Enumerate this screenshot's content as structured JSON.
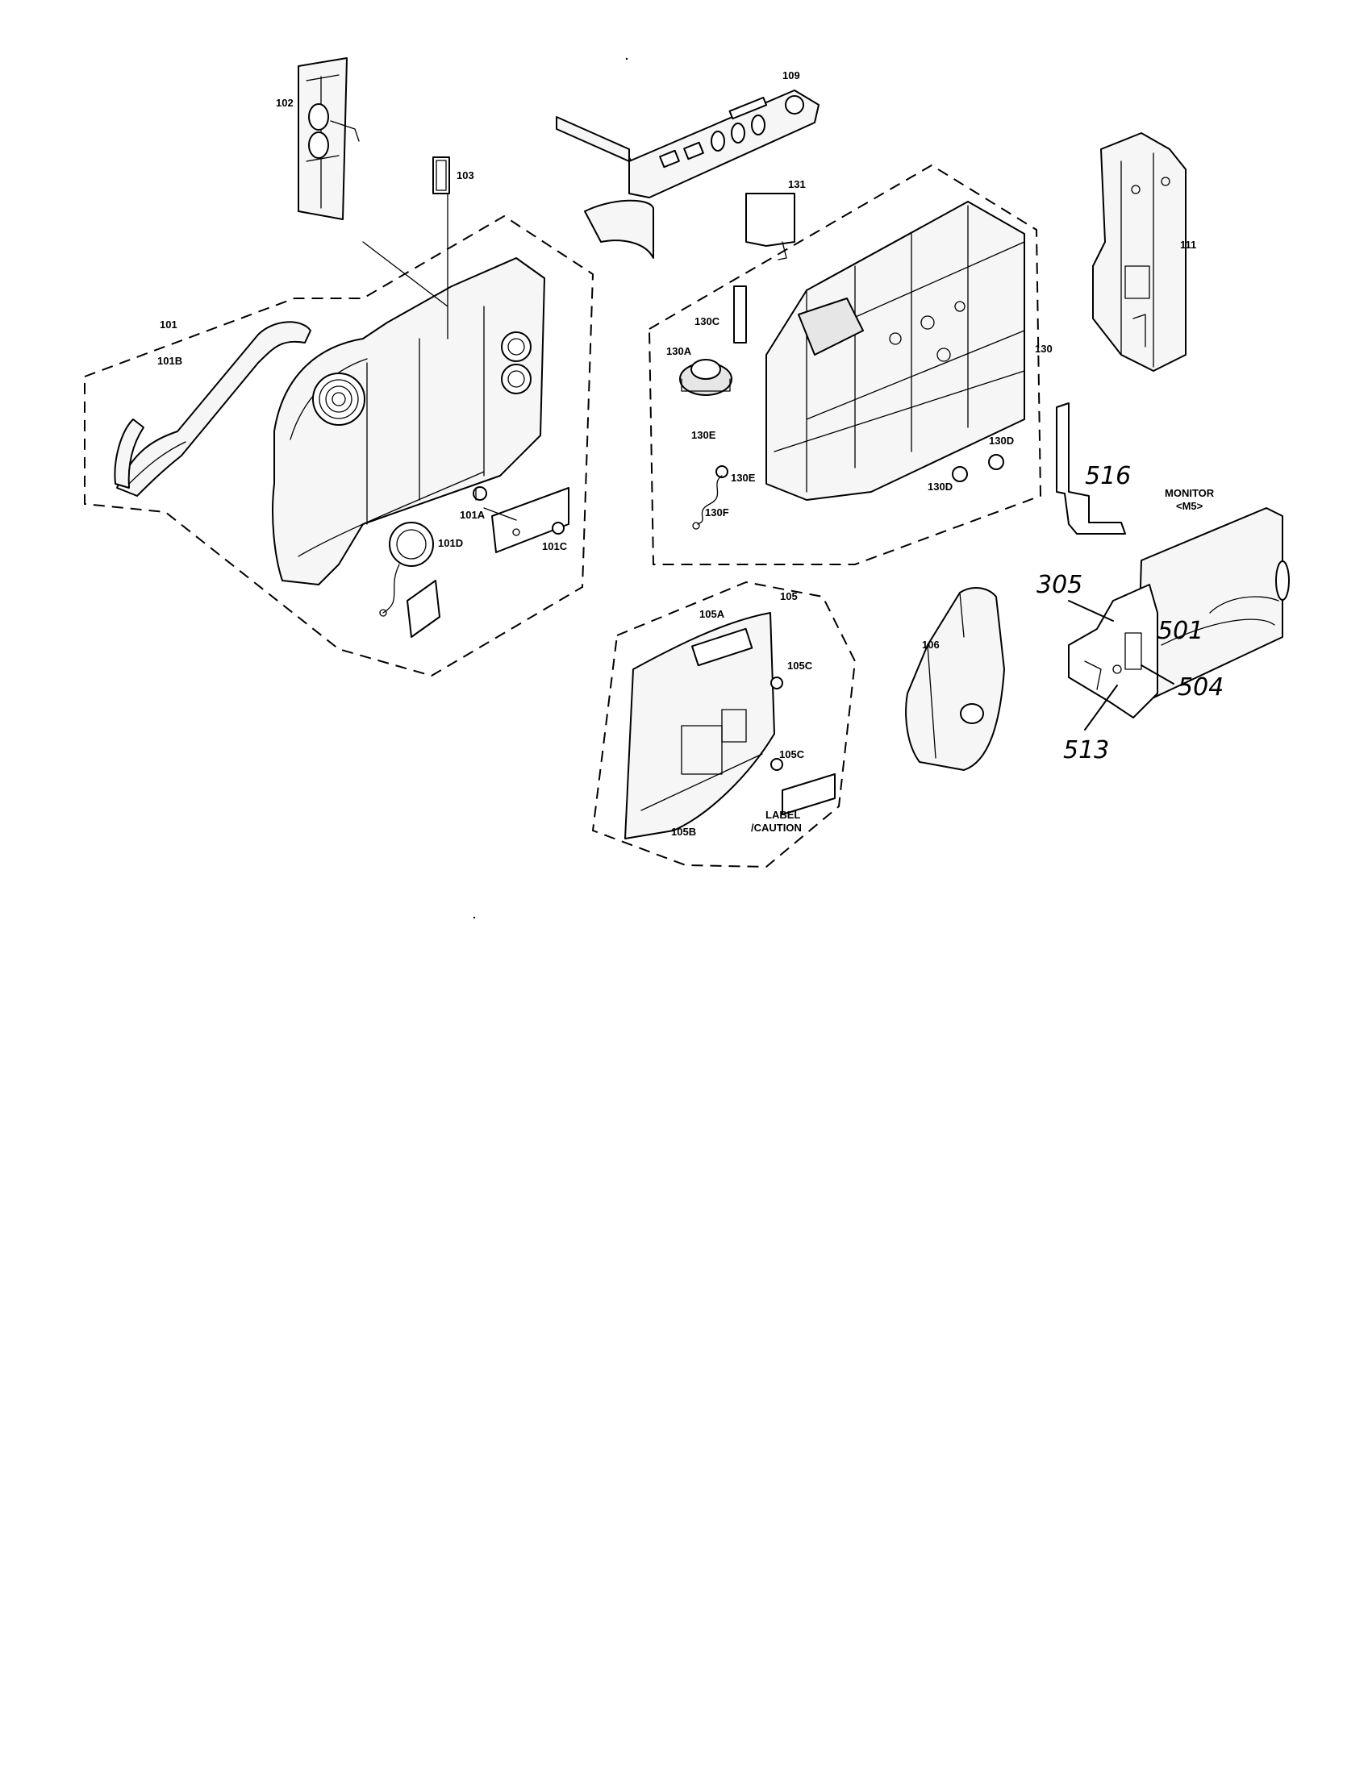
{
  "labels": {
    "p101": "101",
    "p101A": "101A",
    "p101B": "101B",
    "p101C": "101C",
    "p101D": "101D",
    "p102": "102",
    "p103": "103",
    "p105": "105",
    "p105A": "105A",
    "p105B": "105B",
    "p105C_top": "105C",
    "p105C_bottom": "105C",
    "p106": "106",
    "p109": "109",
    "p111": "111",
    "p130": "130",
    "p130A": "130A",
    "p130C": "130C",
    "p130D_right": "130D",
    "p130D_bottom": "130D",
    "p130E_left": "130E",
    "p130E_right": "130E",
    "p130F": "130F",
    "p131": "131",
    "monitor_line1": "MONITOR",
    "monitor_line2": "<M5>",
    "label_line1": "LABEL",
    "label_line2": "/CAUTION"
  },
  "handwritten": {
    "h516": "516",
    "h305": "305",
    "h501": "501",
    "h504": "504",
    "h513": "513"
  }
}
